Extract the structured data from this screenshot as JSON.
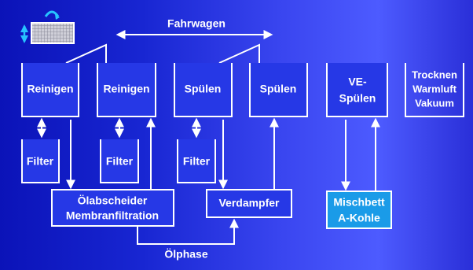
{
  "diagram": {
    "transport_label": "Fahrwagen",
    "tanks": [
      {
        "label": "Reinigen"
      },
      {
        "label": "Reinigen"
      },
      {
        "label": "Spülen"
      },
      {
        "label": "Spülen"
      },
      {
        "label_line1": "VE-",
        "label_line2": "Spülen"
      },
      {
        "label_line1": "Trocknen",
        "label_line2": "Warmluft",
        "label_line3": "Vakuum"
      }
    ],
    "filters": [
      {
        "label": "Filter"
      },
      {
        "label": "Filter"
      },
      {
        "label": "Filter"
      }
    ],
    "processors": {
      "oil_separator": {
        "line1": "Ölabscheider",
        "line2": "Membranfiltration"
      },
      "evaporator": {
        "label": "Verdampfer"
      },
      "mixed_bed": {
        "line1": "Mischbett",
        "line2": "A-Kohle"
      }
    },
    "oil_phase_label": "Ölphase"
  },
  "colors": {
    "background_left": "#0b13b8",
    "background_right": "#4d5bff",
    "tank_fill": "#2638e6",
    "line": "#ffffff",
    "mixed_bed_fill": "#1a9be8",
    "basket_fill": "#b9b9c4"
  },
  "icons": [
    "basket-icon",
    "rotate-arrow-icon",
    "lift-arrow-icon"
  ]
}
